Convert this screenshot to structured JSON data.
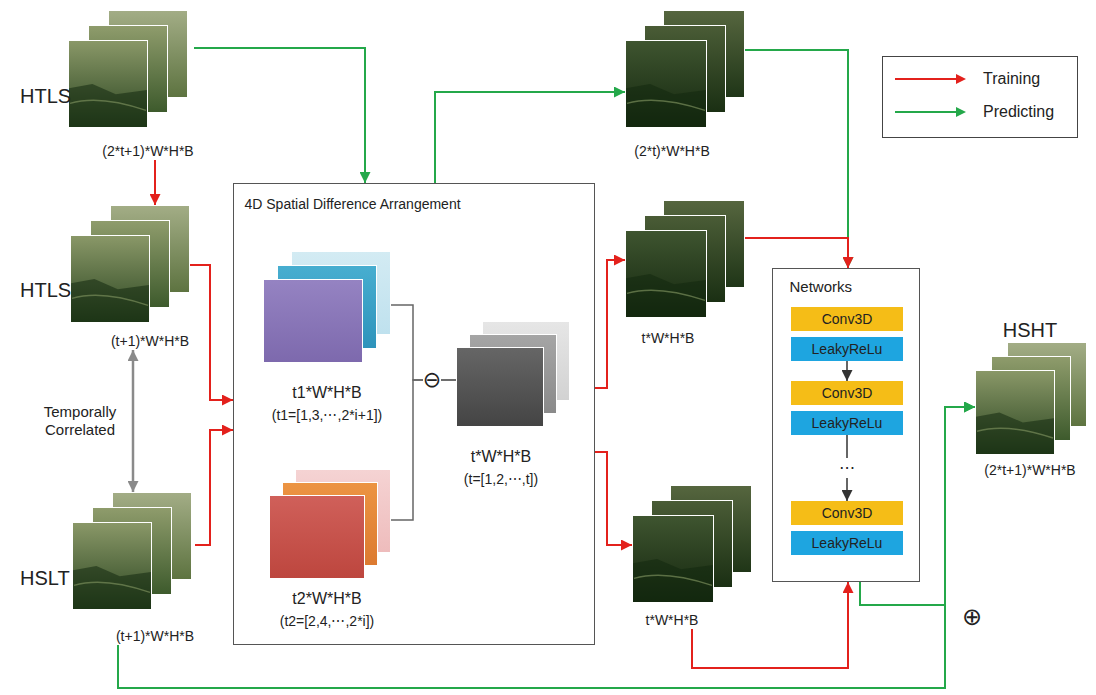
{
  "diagram": {
    "nodes": [
      {
        "text": [
          "HTLS",
          "(2*t+1)*W*H*B"
        ]
      },
      {
        "text": [
          "HTLS",
          "(t+1)*W*H*B"
        ]
      },
      {
        "text": [
          "HSLT",
          "(t+1)*W*H*B"
        ]
      },
      {
        "text": [
          "4D Spatial Difference Arrangement"
        ]
      },
      {
        "text": [
          "t1*W*H*B",
          "(t1=[1,3,⋯,2*i+1])"
        ],
        "in": 3
      },
      {
        "text": [
          "t2*W*H*B",
          "(t2=[2,4,⋯,2*i])"
        ],
        "in": 3
      },
      {
        "text": [
          "t*W*H*B",
          "(t=[1,2,⋯,t])"
        ],
        "in": 3
      },
      {
        "text": [
          "(2*t)*W*H*B"
        ]
      },
      {
        "text": [
          "t*W*H*B"
        ]
      },
      {
        "text": [
          "t*W*H*B"
        ]
      },
      {
        "text": [
          "Networks"
        ]
      },
      {
        "text": [
          "Conv3D"
        ],
        "in": 10
      },
      {
        "text": [
          "LeakyReLu"
        ],
        "in": 10
      },
      {
        "text": [
          "Conv3D"
        ],
        "in": 10
      },
      {
        "text": [
          "LeakyReLu"
        ],
        "in": 10
      },
      {
        "text": [
          "Conv3D"
        ],
        "in": 10
      },
      {
        "text": [
          "LeakyReLu"
        ],
        "in": 10
      },
      {
        "text": [
          "HSHT",
          "(2*t+1)*W*H*B"
        ]
      }
    ],
    "edges": [
      {
        "from": 0,
        "to": 1,
        "arrow": "to"
      },
      {
        "from": 0,
        "to": 3,
        "arrow": "to"
      },
      {
        "from": 1,
        "to": 3,
        "arrow": "to"
      },
      {
        "from": 2,
        "to": 3,
        "arrow": "to"
      },
      {
        "from": 1,
        "to": 2,
        "arrow": "both",
        "label": "Temporally Correlated"
      },
      {
        "from": 4,
        "to": 6,
        "arrow": "none"
      },
      {
        "from": 5,
        "to": 6,
        "arrow": "none"
      },
      {
        "from": 3,
        "to": 7,
        "arrow": "to"
      },
      {
        "from": 3,
        "to": 8,
        "arrow": "to"
      },
      {
        "from": 3,
        "to": 9,
        "arrow": "to"
      },
      {
        "from": 7,
        "to": 10,
        "arrow": "to"
      },
      {
        "from": 8,
        "to": 10,
        "arrow": "to"
      },
      {
        "from": 9,
        "to": 10,
        "arrow": "to"
      },
      {
        "from": 12,
        "to": 13,
        "arrow": "to"
      },
      {
        "from": 14,
        "to": 15,
        "arrow": "to",
        "label": "⋯"
      },
      {
        "from": 2,
        "to": 17,
        "arrow": "to"
      },
      {
        "from": 10,
        "to": 17,
        "arrow": "to"
      }
    ],
    "labels": [
      "⊖",
      "⊕"
    ],
    "legend": [
      {
        "text": "Training",
        "color": "#e3211c"
      },
      {
        "text": "Predicting",
        "color": "#24a84a"
      }
    ]
  }
}
